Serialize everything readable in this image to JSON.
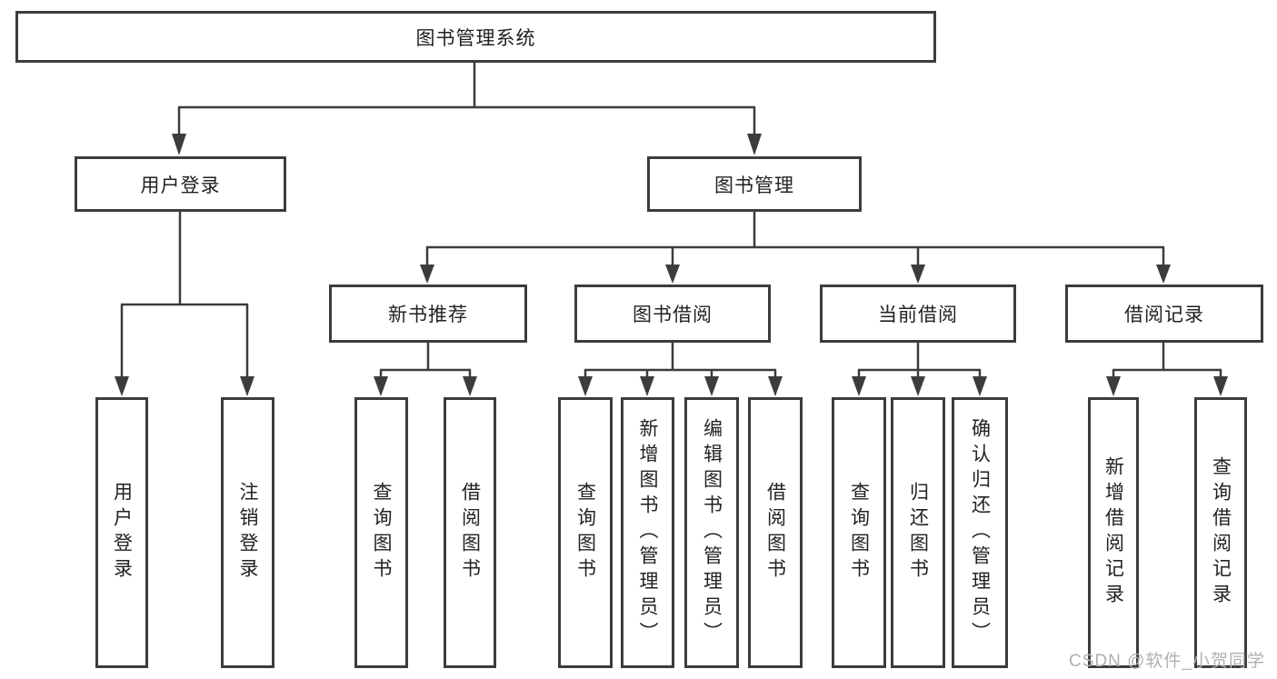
{
  "tree": {
    "label": "图书管理系统",
    "children": [
      {
        "label": "用户登录",
        "children": [
          {
            "label": "用户登录"
          },
          {
            "label": "注销登录"
          }
        ]
      },
      {
        "label": "图书管理",
        "children": [
          {
            "label": "新书推荐",
            "children": [
              {
                "label": "查询图书"
              },
              {
                "label": "借阅图书"
              }
            ]
          },
          {
            "label": "图书借阅",
            "children": [
              {
                "label": "查询图书"
              },
              {
                "label": "新增图书（管理员）"
              },
              {
                "label": "编辑图书（管理员）"
              },
              {
                "label": "借阅图书"
              }
            ]
          },
          {
            "label": "当前借阅",
            "children": [
              {
                "label": "查询图书"
              },
              {
                "label": "归还图书"
              },
              {
                "label": "确认归还（管理员）"
              }
            ]
          },
          {
            "label": "借阅记录",
            "children": [
              {
                "label": "新增借阅记录"
              },
              {
                "label": "查询借阅记录"
              }
            ]
          }
        ]
      }
    ]
  },
  "watermark": {
    "text": "CSDN @软件_小贺同学"
  },
  "colors": {
    "line": "#3c3c3c",
    "box_border": "#3c3c3c",
    "text": "#222222",
    "watermark": "#b0b0b0",
    "background": "#ffffff"
  }
}
